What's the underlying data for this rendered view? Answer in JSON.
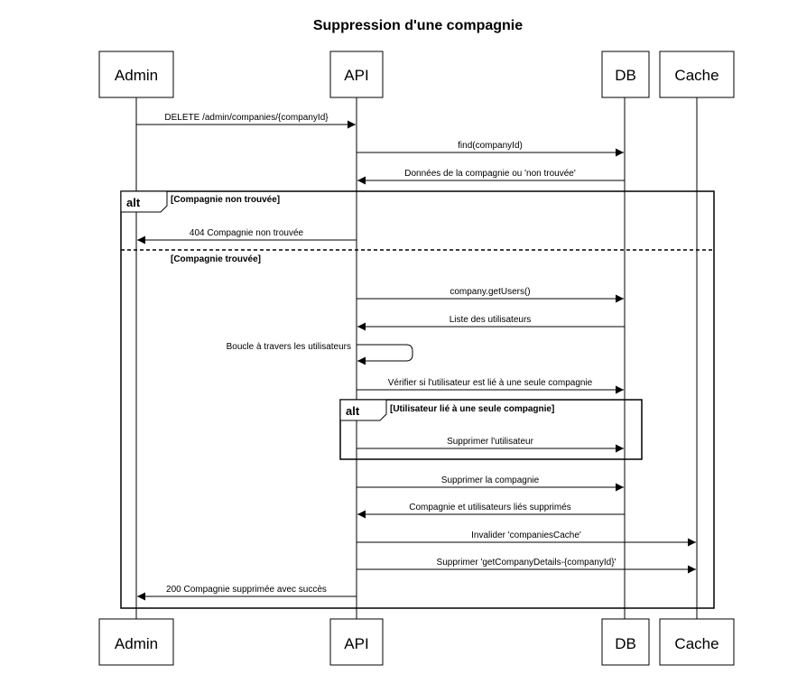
{
  "title": "Suppression d'une compagnie",
  "participants": [
    {
      "id": "admin",
      "label": "Admin"
    },
    {
      "id": "api",
      "label": "API"
    },
    {
      "id": "db",
      "label": "DB"
    },
    {
      "id": "cache",
      "label": "Cache"
    }
  ],
  "messages": [
    {
      "from": "admin",
      "to": "api",
      "label": "DELETE /admin/companies/{companyId}"
    },
    {
      "from": "api",
      "to": "db",
      "label": "find(companyId)"
    },
    {
      "from": "db",
      "to": "api",
      "label": "Données de la compagnie ou 'non trouvée'"
    },
    {
      "from": "api",
      "to": "admin",
      "label": "404 Compagnie non trouvée"
    },
    {
      "from": "api",
      "to": "db",
      "label": "company.getUsers()"
    },
    {
      "from": "db",
      "to": "api",
      "label": "Liste des utilisateurs"
    },
    {
      "from": "api",
      "to": "api",
      "label": "Boucle à travers les utilisateurs"
    },
    {
      "from": "api",
      "to": "db",
      "label": "Vérifier si l'utilisateur est lié à une seule compagnie"
    },
    {
      "from": "api",
      "to": "db",
      "label": "Supprimer l'utilisateur"
    },
    {
      "from": "api",
      "to": "db",
      "label": "Supprimer la compagnie"
    },
    {
      "from": "db",
      "to": "api",
      "label": "Compagnie et utilisateurs liés supprimés"
    },
    {
      "from": "api",
      "to": "cache",
      "label": "Invalider 'companiesCache'"
    },
    {
      "from": "api",
      "to": "cache",
      "label": "Supprimer 'getCompanyDetails-{companyId}'"
    },
    {
      "from": "api",
      "to": "admin",
      "label": "200 Compagnie supprimée avec succès"
    }
  ],
  "fragments": [
    {
      "type": "alt",
      "conditions": [
        "[Compagnie non trouvée]",
        "[Compagnie trouvée]"
      ]
    },
    {
      "type": "alt",
      "conditions": [
        "[Utilisateur lié à une seule compagnie]"
      ]
    }
  ]
}
